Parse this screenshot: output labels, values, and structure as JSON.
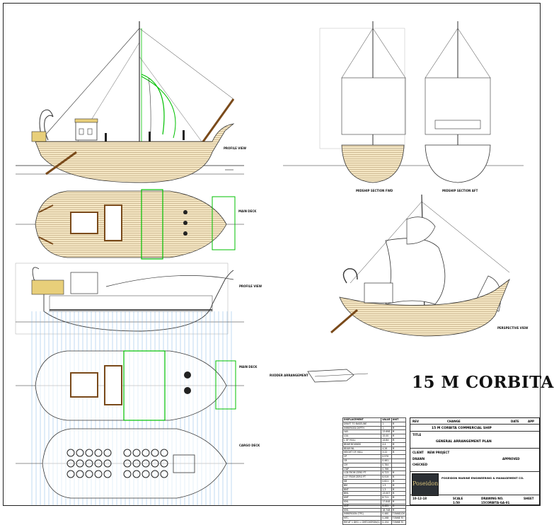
{
  "sheet": {
    "main_title": "15 M CORBITA",
    "view_labels": {
      "profile_view_top": "PROFILE VIEW",
      "main_deck": "MAIN DECK",
      "profile_view_section": "PROFILE VIEW",
      "main_deck_section": "MAIN DECK",
      "cargo_deck": "CARGO DECK",
      "midship_section_fwd": "MIDSHIP SECTION FWD",
      "midship_section_aft": "MIDSHIP SECTION AFT",
      "perspective_view": "PERSPECTIVE VIEW",
      "rudder_arrangement": "RUDDER ARRANGEMENT"
    },
    "spec_table": {
      "headers": [
        "DISPLACEMENT",
        "VALUE",
        "UNIT"
      ],
      "rows": [
        [
          "DRAFT TO BASELINE",
          "1",
          "M"
        ],
        [
          "IMMERSED DEPTH",
          "1",
          "M"
        ],
        [
          "LWL",
          "13.698",
          "M"
        ],
        [
          "LOA",
          "15.00",
          "M"
        ],
        [
          "L OF HULL",
          "14.84",
          "M"
        ],
        [
          "BEAM BOUNDS",
          "4.4",
          "M"
        ],
        [
          "BEAM WL",
          "4.26",
          "M"
        ],
        [
          "HEIGHT OF HULL",
          "3.22",
          "M"
        ],
        [
          "CP",
          "0.570",
          ""
        ],
        [
          "CB",
          "0.461",
          ""
        ],
        [
          "CM",
          "0.784",
          ""
        ],
        [
          "CWP",
          "0.766",
          ""
        ],
        [
          "LCB FROM ZERO PT",
          "6.723",
          "M"
        ],
        [
          "LCF FROM ZERO PT",
          "6.919",
          "M"
        ],
        [
          "KB",
          "0.621",
          "M"
        ],
        [
          "BM",
          "1.3",
          "M"
        ],
        [
          "BMT",
          "1.3",
          "M"
        ],
        [
          "BML",
          "13.007",
          "M"
        ],
        [
          "KMT",
          "6.711",
          "M"
        ],
        [
          "KML",
          "17.848",
          "M"
        ],
        [
          "KMT",
          "6.461",
          "M"
        ],
        [
          "KML",
          "18.748",
          "M"
        ],
        [
          "IMMERSION (TPC)",
          "0.460",
          "TONNE/CM"
        ],
        [
          "MTC",
          "0.268",
          "TONNE M"
        ],
        [
          "RM AT 1 DEG = GMT.DISP.SIN(1)",
          "0.154",
          "TONNE M"
        ]
      ]
    },
    "title_block": {
      "rev_label": "REV",
      "date_label": "DATE",
      "desc_label": "CHANGE",
      "appr_label": "APP",
      "project_label": "15 M CORBITA COMMERCIAL SHIP",
      "title_label": "TITLE",
      "title_value": "GENERAL ARRANGEMENT PLAN",
      "client_label": "CLIENT",
      "client_value": "NEW PROJECT",
      "drawn_label": "DRAWN",
      "checked_label": "CHECKED",
      "approved_label": "APPROVED",
      "company": "POSEIDON MARINE ENGINEERING & MANAGEMENT CO.",
      "logo_text": "Poseidon",
      "scale_label": "SCALE",
      "scale_value": "1:50",
      "drawing_no_label": "DRAWING NO.",
      "drawing_no_value": "15CORBITA-GA-01",
      "sheet_label": "SHEET",
      "date_value": "10-12-18"
    }
  }
}
